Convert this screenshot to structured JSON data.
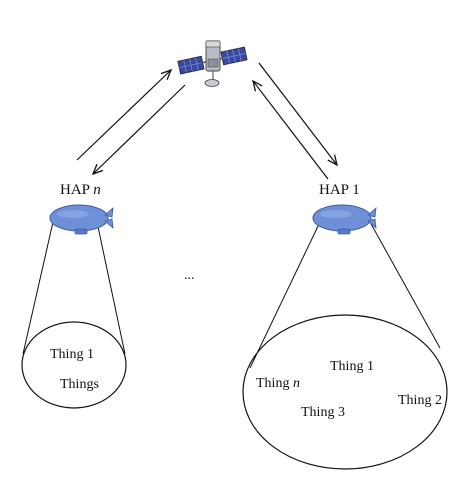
{
  "colors": {
    "line": "#111111",
    "airship_body": "#6f8fd6",
    "airship_outline": "#3b5aa6",
    "satellite_panel": "#3a4aa0",
    "satellite_body": "#b9bcc4"
  },
  "satellite": {
    "icon": "satellite-icon"
  },
  "hap_left": {
    "label_prefix": "HAP ",
    "label_index": "n",
    "icon": "airship-icon",
    "things": [
      "Thing 1",
      "Things"
    ]
  },
  "hap_right": {
    "label_prefix": "HAP ",
    "label_index": "1",
    "icon": "airship-icon",
    "things": [
      "Thing 1",
      "Thing ",
      "n",
      "Thing 2",
      "Thing 3"
    ]
  },
  "ellipsis": "..."
}
